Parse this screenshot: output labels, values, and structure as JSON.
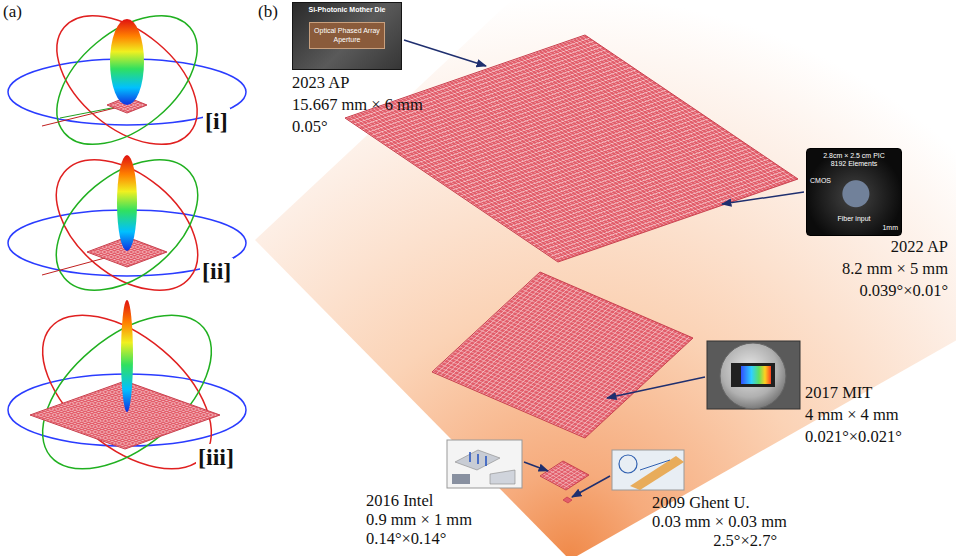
{
  "diagram": {
    "nodes": [
      {
        "text": [
          "Si-Photonic Mother Die",
          "Optical Phased Array Aperture"
        ]
      },
      {
        "text": [
          "2.8cm × 2.5 cm PIC 8192 Elements",
          "CMOS",
          "Fiber input",
          "1mm"
        ]
      }
    ],
    "labels": [
      "(a)",
      "(b)",
      "[i]",
      "[ii]",
      "[iii]",
      "2023 AP",
      "15.667 mm × 6 mm",
      "0.05°",
      "2022 AP",
      "8.2 mm × 5 mm",
      "0.039°×0.01°",
      "2017 MIT",
      "4 mm × 4 mm",
      "0.021°×0.021°",
      "2016 Intel",
      "0.9 mm × 1 mm",
      "0.14°×0.14°",
      "2009 Ghent U.",
      "0.03 mm × 0.03 mm",
      "2.5°×2.7°"
    ]
  }
}
